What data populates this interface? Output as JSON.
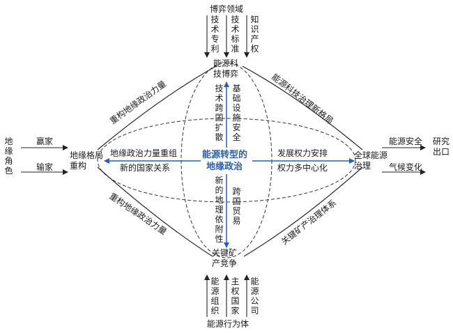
{
  "center": {
    "line1": "能源转型的",
    "line2": "地缘政治"
  },
  "top": {
    "field_title": "博弈领域",
    "col1": "技术专利",
    "col2": "技术标准",
    "col3": "知识产权",
    "node_line1": "能源科",
    "node_line2": "技博弈"
  },
  "bottom": {
    "actor_title": "能源行为体",
    "col1": "能源组织",
    "col2": "主权国家",
    "col3": "能源公司",
    "node_line1": "关键矿",
    "node_line2": "产竞争"
  },
  "left": {
    "role_title": "地缘角色",
    "winner": "赢家",
    "loser": "输家",
    "node": "地缘格局重构",
    "power_reshape": "地缘政治力量重组",
    "new_relations": "新的国家关系"
  },
  "right": {
    "node": "全球能源治理",
    "energy_security": "能源安全",
    "climate_change": "气候变化",
    "research_exit": "研究出口",
    "power_arrangement": "发展权力安排",
    "multipolar": "权力多中心化"
  },
  "vertical_labels": {
    "tech_spread": "技术跨国扩散",
    "infra_security": "基础设施安全",
    "new_dependency": "新的地理依附性",
    "cross_trade": "跨国贸易"
  },
  "diagonal_labels": {
    "top_left": "重构地缘政治力量",
    "top_right": "能源科技治理新格局",
    "bottom_left": "重构地缘政治力量",
    "bottom_right": "关键矿产治理体系"
  },
  "colors": {
    "accent": "#2a5fae",
    "line": "#222222"
  }
}
